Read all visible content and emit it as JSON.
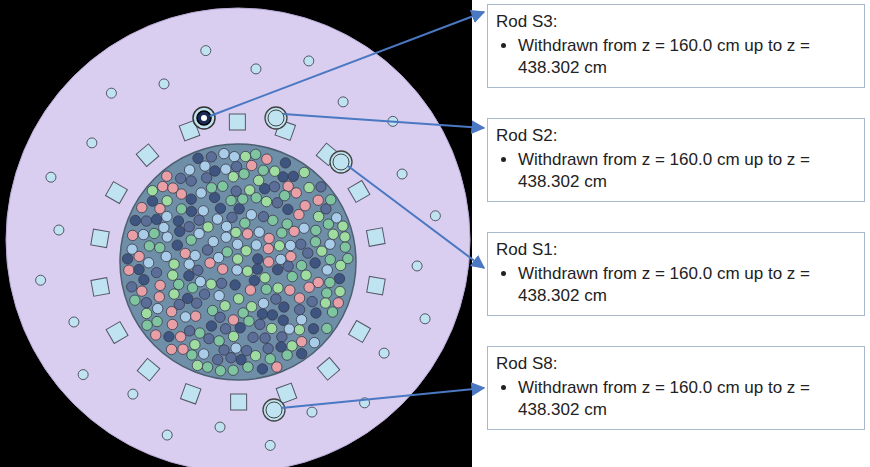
{
  "diagram": {
    "nodes": [
      {
        "text": [
          "Rod S3:",
          "Withdrawn from z = 160.0 cm up to z = 438.302 cm"
        ]
      },
      {
        "text": [
          "Rod S2:",
          "Withdrawn from z = 160.0 cm up to z = 438.302 cm"
        ]
      },
      {
        "text": [
          "Rod S1:",
          "Withdrawn from z = 160.0 cm up to z = 438.302 cm"
        ]
      },
      {
        "text": [
          "Rod S8:",
          "Withdrawn from z = 160.0 cm up to z = 438.302 cm"
        ]
      }
    ]
  }
}
